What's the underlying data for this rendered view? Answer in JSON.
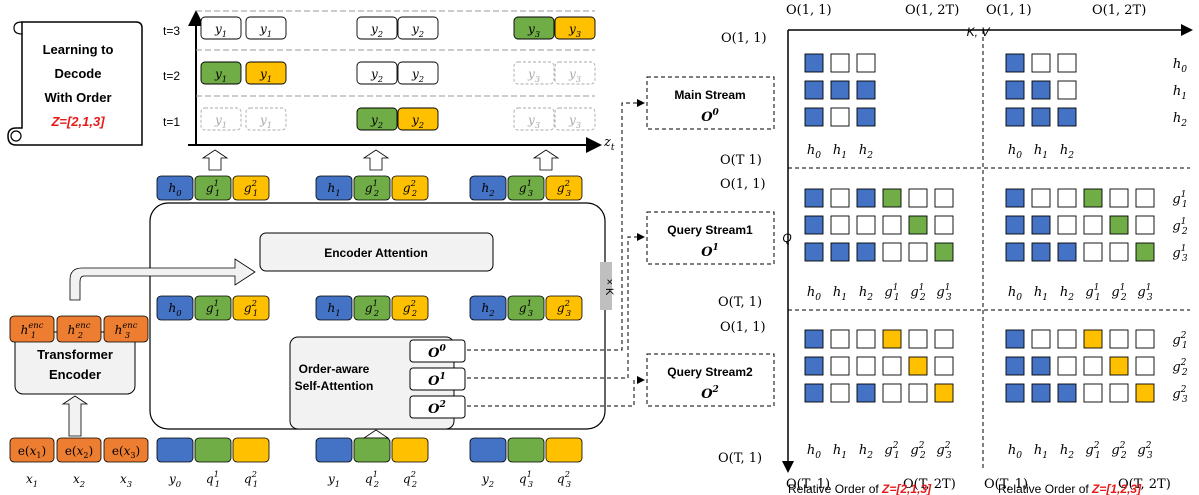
{
  "scroll": {
    "line1": "Learning to",
    "line2": "Decode",
    "line3": "With Order",
    "order": "Z=[2,1,3]"
  },
  "timeline": {
    "steps": [
      "t=3",
      "t=2",
      "t=1"
    ],
    "axis_label": "z",
    "axis_sub": "t",
    "groups": [
      {
        "label": "y",
        "sub": "1"
      },
      {
        "label": "y",
        "sub": "2"
      },
      {
        "label": "y",
        "sub": "3"
      }
    ]
  },
  "rows": {
    "top": [
      {
        "h": "h",
        "h_sub": "0",
        "g_a": "g",
        "g_a_sup": "1",
        "g_a_sub": "1",
        "g_b": "g",
        "g_b_sup": "2",
        "g_b_sub": "1"
      },
      {
        "h": "h",
        "h_sub": "1",
        "g_a": "g",
        "g_a_sup": "1",
        "g_a_sub": "2",
        "g_b": "g",
        "g_b_sup": "2",
        "g_b_sub": "2"
      },
      {
        "h": "h",
        "h_sub": "2",
        "g_a": "g",
        "g_a_sup": "1",
        "g_a_sub": "3",
        "g_b": "g",
        "g_b_sup": "2",
        "g_b_sub": "3"
      }
    ],
    "bottom": [
      {
        "y": "y",
        "y_sub": "0",
        "q_a": "q",
        "q_a_sup": "1",
        "q_a_sub": "1",
        "q_b": "q",
        "q_b_sup": "2",
        "q_b_sub": "1"
      },
      {
        "y": "y",
        "y_sub": "1",
        "q_a": "q",
        "q_a_sup": "1",
        "q_a_sub": "2",
        "q_b": "q",
        "q_b_sup": "2",
        "q_b_sub": "2"
      },
      {
        "y": "y",
        "y_sub": "2",
        "q_a": "q",
        "q_a_sup": "1",
        "q_a_sub": "3",
        "q_b": "q",
        "q_b_sup": "2",
        "q_b_sub": "3"
      }
    ]
  },
  "encoder": {
    "attention": "Encoder Attention",
    "self_attention_1": "Order-aware",
    "self_attention_2": "Self-Attention",
    "layers": "× K",
    "transformer_1": "Transformer",
    "transformer_2": "Encoder",
    "enc": "enc",
    "streams": [
      "O",
      "O",
      "O"
    ],
    "stream_sups": [
      "0",
      "1",
      "2"
    ]
  },
  "streams": {
    "main": "Main Stream",
    "query1": "Query Stream1",
    "query2": "Query Stream2",
    "symbol": "O",
    "sups": [
      "0",
      "1",
      "2"
    ]
  },
  "embed": {
    "e": "e",
    "x": "x",
    "subs": [
      "1",
      "2",
      "3"
    ]
  },
  "matrix": {
    "kv": "K, V",
    "q": "Q",
    "coords": {
      "o11": "O(1, 1)",
      "o12t": "O(1, 2T)",
      "ot1_main": "O(T 1)",
      "ot1": "O(T, 1)",
      "ot2t": "O(T, 2T)"
    },
    "caption_prefix": "Relative Order of",
    "captions": [
      "Z=[2,1,3]",
      "Z=[1,2,3]"
    ],
    "row_labels": {
      "h": [
        "0",
        "1",
        "2"
      ],
      "g1": [
        "1",
        "2",
        "3"
      ],
      "g2": [
        "1",
        "2",
        "3"
      ]
    },
    "patterns": {
      "main_left": [
        [
          1,
          0,
          0
        ],
        [
          1,
          1,
          1
        ],
        [
          1,
          0,
          1
        ]
      ],
      "main_right": [
        [
          1,
          0,
          0
        ],
        [
          1,
          1,
          0
        ],
        [
          1,
          1,
          1
        ]
      ],
      "q1_left": [
        [
          1,
          0,
          1,
          2,
          0,
          0
        ],
        [
          1,
          0,
          0,
          0,
          2,
          0
        ],
        [
          1,
          1,
          1,
          0,
          0,
          2
        ]
      ],
      "q1_right": [
        [
          1,
          0,
          0,
          2,
          0,
          0
        ],
        [
          1,
          1,
          0,
          0,
          2,
          0
        ],
        [
          1,
          1,
          1,
          0,
          0,
          2
        ]
      ],
      "q2_left": [
        [
          1,
          0,
          0,
          3,
          0,
          0
        ],
        [
          1,
          0,
          0,
          0,
          3,
          0
        ],
        [
          1,
          0,
          1,
          0,
          0,
          3
        ]
      ],
      "q2_right": [
        [
          1,
          0,
          0,
          3,
          0,
          0
        ],
        [
          1,
          1,
          0,
          0,
          3,
          0
        ],
        [
          1,
          1,
          1,
          0,
          0,
          3
        ]
      ]
    }
  },
  "colors": {
    "blue": "#4472C4",
    "green": "#70AD47",
    "gold": "#FFC000",
    "orange": "#ED7D31",
    "red": "#E81818",
    "gray_fill": "#F2F2F2"
  }
}
